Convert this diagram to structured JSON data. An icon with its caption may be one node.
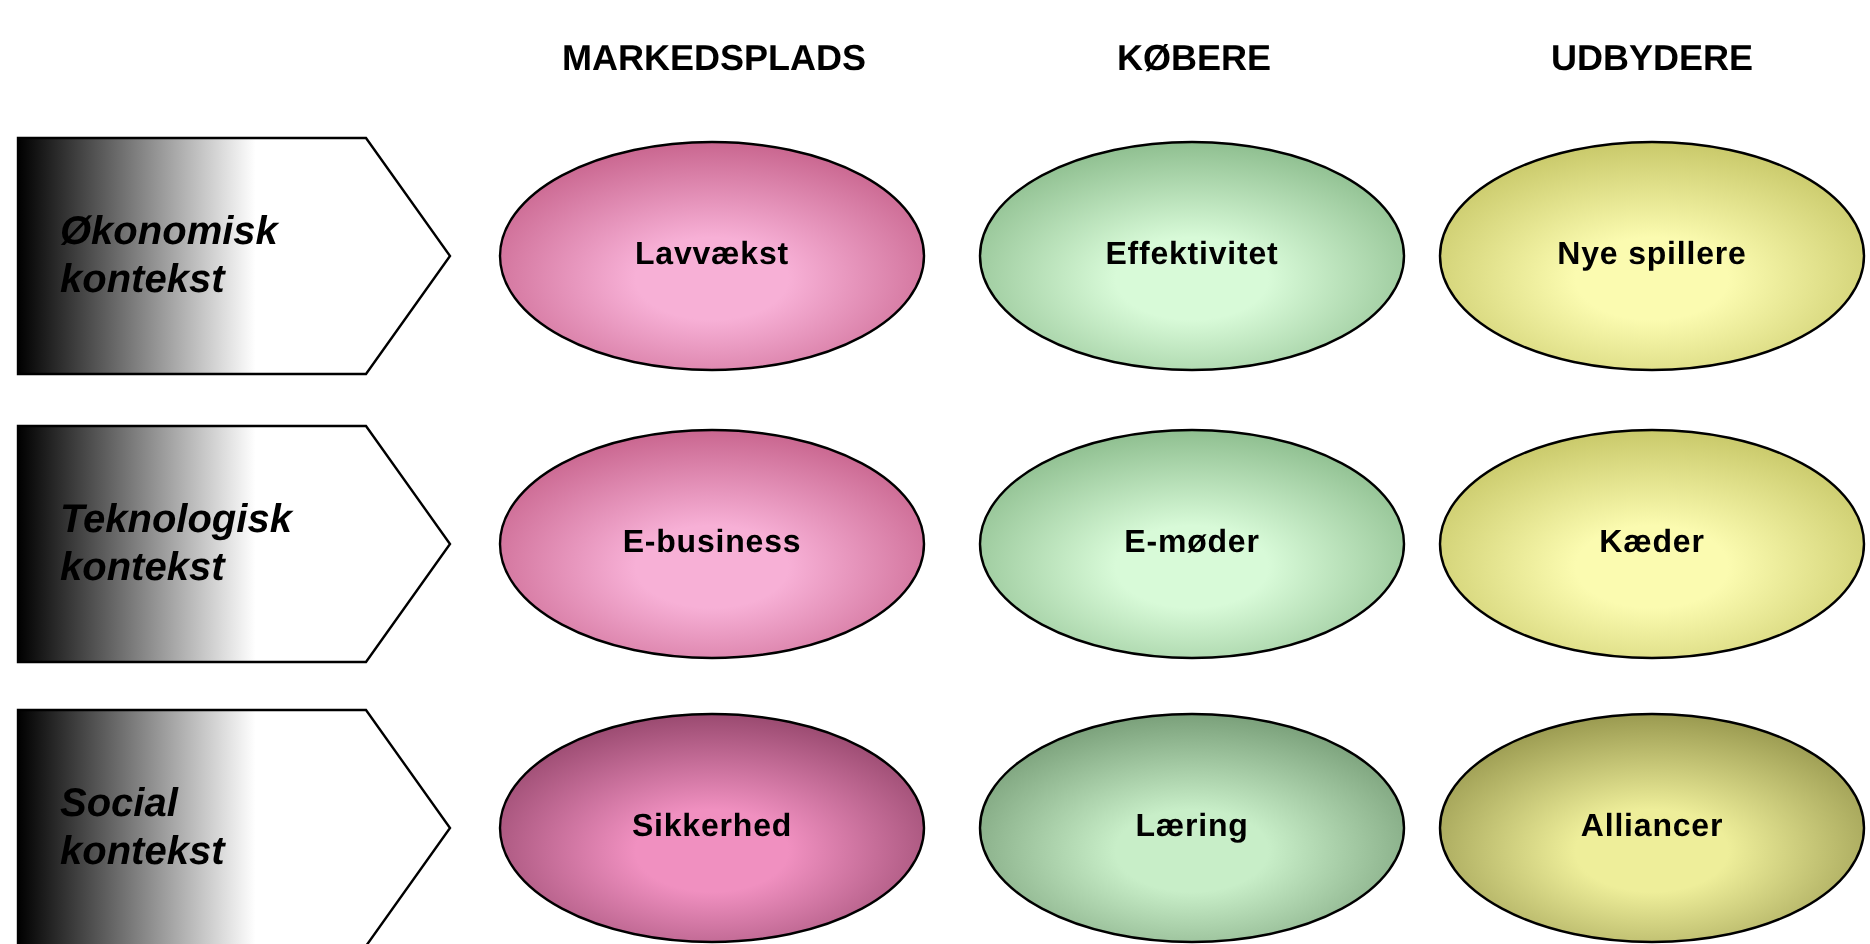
{
  "diagram": {
    "nodes": [
      {
        "text": [
          "Økonomisk kontekst"
        ]
      },
      {
        "text": [
          "Lavvækst"
        ]
      },
      {
        "text": [
          "Effektivitet"
        ]
      },
      {
        "text": [
          "Nye spillere"
        ]
      },
      {
        "text": [
          "Teknologisk kontekst"
        ]
      },
      {
        "text": [
          "E-business"
        ]
      },
      {
        "text": [
          "E-møder"
        ]
      },
      {
        "text": [
          "Kæder"
        ]
      },
      {
        "text": [
          "Social kontekst"
        ]
      },
      {
        "text": [
          "Sikkerhed"
        ]
      },
      {
        "text": [
          "Læring"
        ]
      },
      {
        "text": [
          "Alliancer"
        ]
      }
    ],
    "labels": [
      "MARKEDSPLADS",
      "KØBERE",
      "UDBYDERE"
    ]
  }
}
